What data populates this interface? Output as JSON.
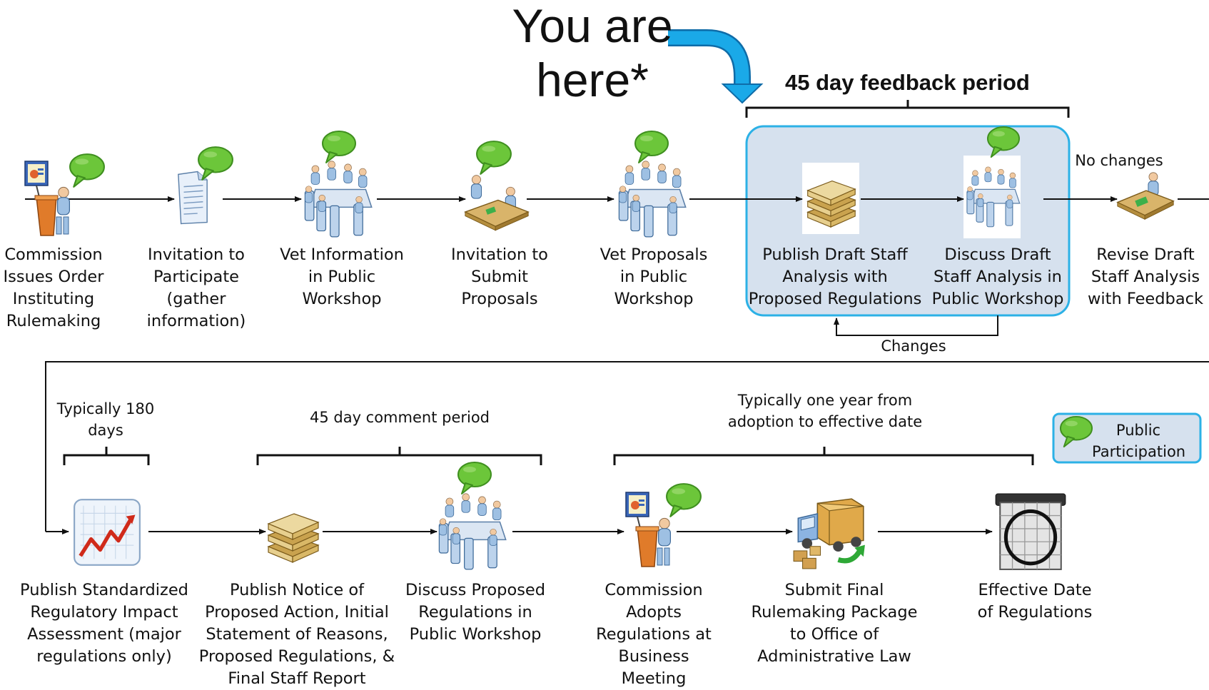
{
  "callout": {
    "you_are_here": "You are\nhere*"
  },
  "feedback_period": {
    "title": "45 day feedback period"
  },
  "top_row": {
    "steps": [
      {
        "label": "Commission\nIssues Order\nInstituting\nRulemaking",
        "icon": "presenter-icon"
      },
      {
        "label": "Invitation to\nParticipate\n(gather\ninformation)",
        "icon": "document-icon"
      },
      {
        "label": "Vet Information\nin Public\nWorkshop",
        "icon": "meeting-icon"
      },
      {
        "label": "Invitation to\nSubmit\nProposals",
        "icon": "desk-meeting-icon"
      },
      {
        "label": "Vet Proposals\nin Public\nWorkshop",
        "icon": "meeting-icon"
      },
      {
        "label": "Publish Draft Staff\nAnalysis with\nProposed Regulations",
        "icon": "paper-stack-icon"
      },
      {
        "label": "Discuss Draft\nStaff Analysis in\nPublic Workshop",
        "icon": "meeting-icon"
      },
      {
        "label": "Revise Draft\nStaff Analysis\nwith Feedback",
        "icon": "desk-worker-icon"
      }
    ],
    "no_changes": "No changes",
    "changes": "Changes"
  },
  "bottom_row": {
    "steps": [
      {
        "label": "Publish Standardized\nRegulatory Impact\nAssessment (major\nregulations only)",
        "icon": "chart-icon"
      },
      {
        "label": "Publish Notice of\nProposed Action, Initial\nStatement of Reasons,\nProposed Regulations, &\nFinal Staff Report",
        "icon": "paper-stack-icon"
      },
      {
        "label": "Discuss Proposed\nRegulations in\nPublic Workshop",
        "icon": "meeting-icon"
      },
      {
        "label": "Commission\nAdopts\nRegulations at\nBusiness Meeting",
        "icon": "presenter-icon"
      },
      {
        "label": "Submit Final\nRulemaking Package\nto Office of\nAdministrative Law",
        "icon": "delivery-truck-icon"
      },
      {
        "label": "Effective Date\nof Regulations",
        "icon": "calendar-icon"
      }
    ],
    "periods": [
      {
        "label": "Typically 180\ndays"
      },
      {
        "label": "45 day comment period"
      },
      {
        "label": "Typically one year from\nadoption to effective date"
      }
    ]
  },
  "legend": {
    "label": "Public\nParticipation",
    "icon": "speech-bubble-icon"
  },
  "colors": {
    "highlight_fill": "#d6e1ee",
    "highlight_border": "#2cb1e6",
    "arrow_blue": "#1aa9e8",
    "bubble_green": "#6cc63a",
    "line": "#111111"
  }
}
